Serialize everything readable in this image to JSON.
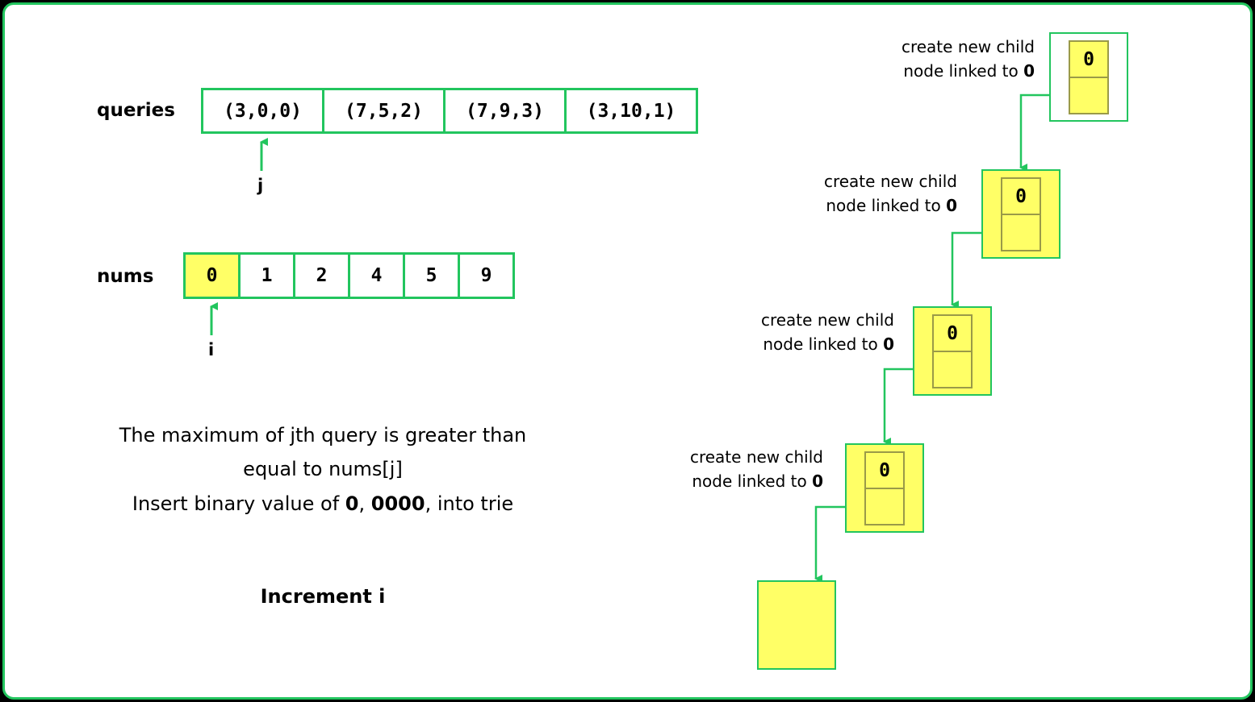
{
  "queries": {
    "label": "queries",
    "items": [
      "(3,0,0)",
      "(7,5,2)",
      "(7,9,3)",
      "(3,10,1)"
    ],
    "pointer": "j"
  },
  "nums": {
    "label": "nums",
    "items": [
      "0",
      "1",
      "2",
      "4",
      "5",
      "9"
    ],
    "highlighted_index": 0,
    "pointer": "i"
  },
  "description": {
    "line1": "The maximum of  jth query is greater than",
    "line2": "equal to nums[j]",
    "line3_prefix": "Insert binary value of ",
    "line3_bold1": "0",
    "line3_mid": ", ",
    "line3_bold2": "0000",
    "line3_suffix": ", into trie",
    "step": "Increment i"
  },
  "trie": {
    "nodes": [
      {
        "value": "0",
        "note_line1": "create new child",
        "note_line2_prefix": "node linked to ",
        "note_line2_bold": "0"
      },
      {
        "value": "0",
        "note_line1": "create new child",
        "note_line2_prefix": "node linked to ",
        "note_line2_bold": "0"
      },
      {
        "value": "0",
        "note_line1": "create new child",
        "note_line2_prefix": "node linked to ",
        "note_line2_bold": "0"
      },
      {
        "value": "0",
        "note_line1": "create new child",
        "note_line2_prefix": "node linked to ",
        "note_line2_bold": "0"
      }
    ]
  },
  "colors": {
    "accent": "#22c55e",
    "highlight": "#ffff66",
    "node_border": "#9a9a48"
  }
}
